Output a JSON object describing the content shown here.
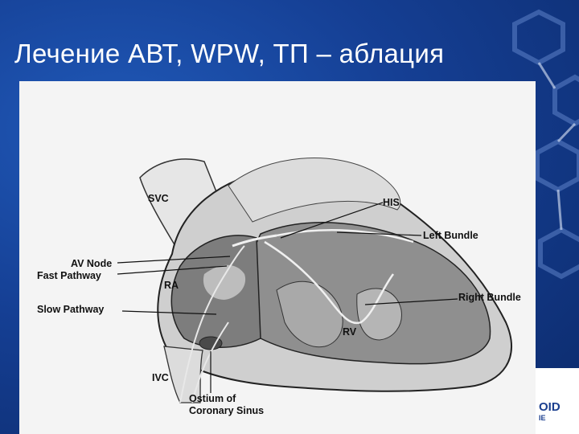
{
  "slide": {
    "title": "Лечение АВТ, WPW, ТП – аблация"
  },
  "diagram": {
    "labels": {
      "svc": "SVC",
      "his": "HIS",
      "left_bundle": "Left Bundle",
      "av_node": "AV Node",
      "fast_pathway": "Fast Pathway",
      "ra": "RA",
      "slow_pathway": "Slow Pathway",
      "right_bundle": "Right Bundle",
      "rv": "RV",
      "ivc": "IVC",
      "ostium_line1": "Ostium of",
      "ostium_line2": "Coronary Sinus"
    }
  },
  "logo": {
    "text": "OID",
    "sub": "IE"
  },
  "colors": {
    "background": "#153f94",
    "title": "#ffffff",
    "figure_bg": "#f4f4f4"
  }
}
